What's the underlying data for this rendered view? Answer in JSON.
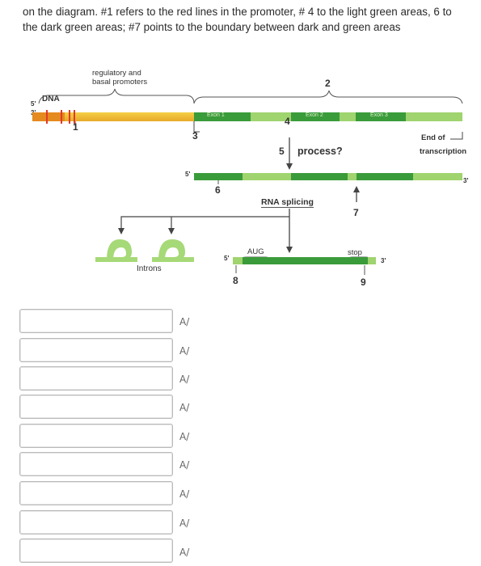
{
  "question": "on the diagram. #1 refers to the red lines in the promoter, # 4 to the light green areas, 6 to the dark green areas; #7 points to the boundary between dark and green areas",
  "diagram": {
    "dna_label": "DNA",
    "five_prime": "5'",
    "three_prime": "3'",
    "regulatory_label_1": "regulatory and",
    "regulatory_label_2": "basal promoters",
    "n1": "1",
    "n2": "2",
    "n3": "3",
    "n4": "4",
    "n5": "5",
    "n6": "6",
    "n7": "7",
    "n8": "8",
    "n9": "9",
    "exon1": "Exon 1",
    "exon2": "Exon 2",
    "exon3": "Exon 3",
    "end_of": "End of",
    "transcription": "transcription",
    "process": "process?",
    "rna_splicing": "RNA splicing",
    "introns": "Introns",
    "aug": "AUG",
    "stop": "stop",
    "five_prime_rna": "5'",
    "three_prime_rna": "3'",
    "five_prime_mrna": "5'",
    "three_prime_mrna": "3'"
  },
  "answers": {
    "count": 9,
    "spellcheck_icon": "spellcheck-icon"
  },
  "colors": {
    "promoter_yellow": "#f2c232",
    "promoter_orange": "#e58a1f",
    "promoter_red_marks": "#e03a2a",
    "light_green": "#9fd46e",
    "dark_green": "#3a9b3a",
    "intron_green": "#a6d977"
  }
}
